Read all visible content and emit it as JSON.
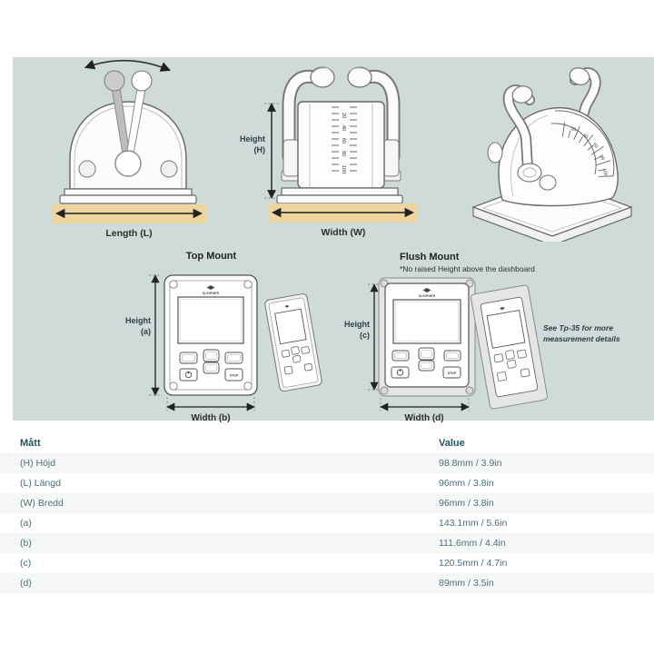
{
  "measurement_figure": {
    "side_view": {
      "length_label": "Length (L)"
    },
    "front_view": {
      "height_label": [
        "Height",
        "(H)"
      ],
      "width_label": "Width (W)",
      "scale_labels": [
        "20",
        "40",
        "60",
        "80",
        "100"
      ]
    },
    "iso_view": {
      "scale_labels": [
        "20",
        "40",
        "60",
        "80",
        "100"
      ]
    },
    "top_mount": {
      "title": "Top Mount",
      "height_label": [
        "Height",
        "(a)"
      ],
      "width_label": "Width (b)",
      "brand": "SLEIPNER",
      "stop_button": "STOP"
    },
    "flush_mount": {
      "title": "Flush Mount",
      "subtitle": "*No raised Height above the dashboard",
      "height_label": [
        "Height",
        "(c)"
      ],
      "width_label": "Width (d)",
      "brand": "SLEIPNER",
      "stop_button": "STOP"
    },
    "note": "See Tp-35 for more measurement details"
  },
  "table": {
    "headers": [
      "Mått",
      "Value"
    ],
    "rows": [
      {
        "label": "(H) Höjd",
        "value": "98.8mm / 3.9in"
      },
      {
        "label": "(L) Längd",
        "value": "96mm / 3.8in"
      },
      {
        "label": "(W) Bredd",
        "value": "96mm / 3.8in"
      },
      {
        "label": "(a)",
        "value": "143.1mm / 5.6in"
      },
      {
        "label": "(b)",
        "value": "111.6mm / 4.4in"
      },
      {
        "label": "(c)",
        "value": "120.5mm / 4.7in"
      },
      {
        "label": "(d)",
        "value": "89mm / 3.5in"
      }
    ]
  },
  "colors": {
    "panel_background": "#cedbd9",
    "dashboard_wood": "#eed5a0",
    "table_header_text": "#24505e",
    "table_cell_text": "#4a6e7d",
    "row_stripe": "#f6f7f7",
    "line_color": "#666666"
  }
}
